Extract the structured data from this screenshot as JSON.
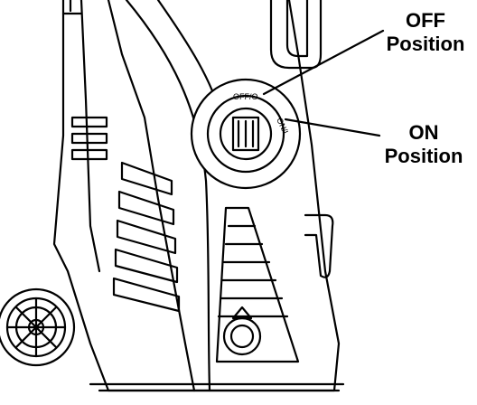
{
  "callouts": {
    "off": {
      "line1": "OFF",
      "line2": "Position"
    },
    "on": {
      "line1": "ON",
      "line2": "Position"
    }
  },
  "dial": {
    "off_label": "OFF/O",
    "on_label": "ON/I"
  },
  "colors": {
    "line": "#000000",
    "background": "#ffffff"
  }
}
